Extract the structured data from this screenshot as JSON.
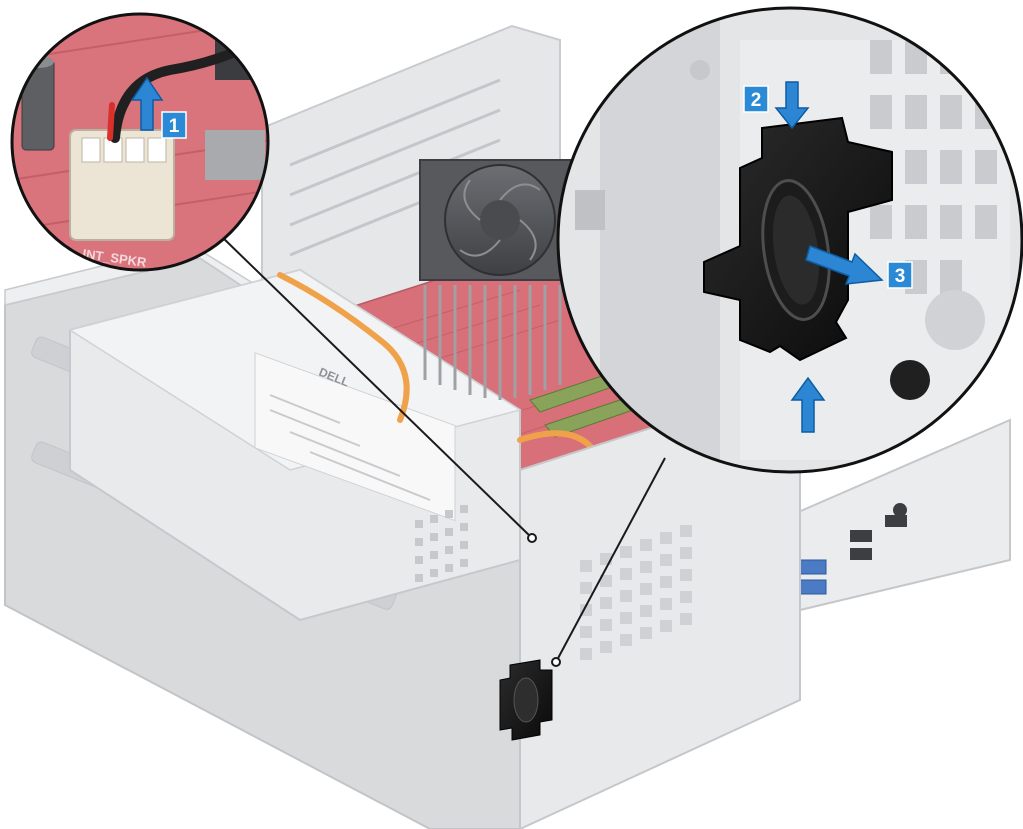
{
  "illustration": {
    "callouts": [
      {
        "number": "1",
        "action": "disconnect-speaker-cable"
      },
      {
        "number": "2",
        "action": "press-tab-top"
      },
      {
        "number": "3",
        "action": "slide-speaker-out"
      }
    ],
    "board_silkscreen": [
      "INT_SPKR"
    ],
    "psu_brand": "DELL",
    "colors": {
      "callout_fill": "#2b8ad6",
      "arrow_fill": "#1f7ed0",
      "arrow_stroke": "#0d5da3",
      "motherboard": "#d8707a",
      "chassis": "#e7e8ea",
      "speaker": "#141414",
      "sata_cable": "#f0a24a"
    }
  }
}
